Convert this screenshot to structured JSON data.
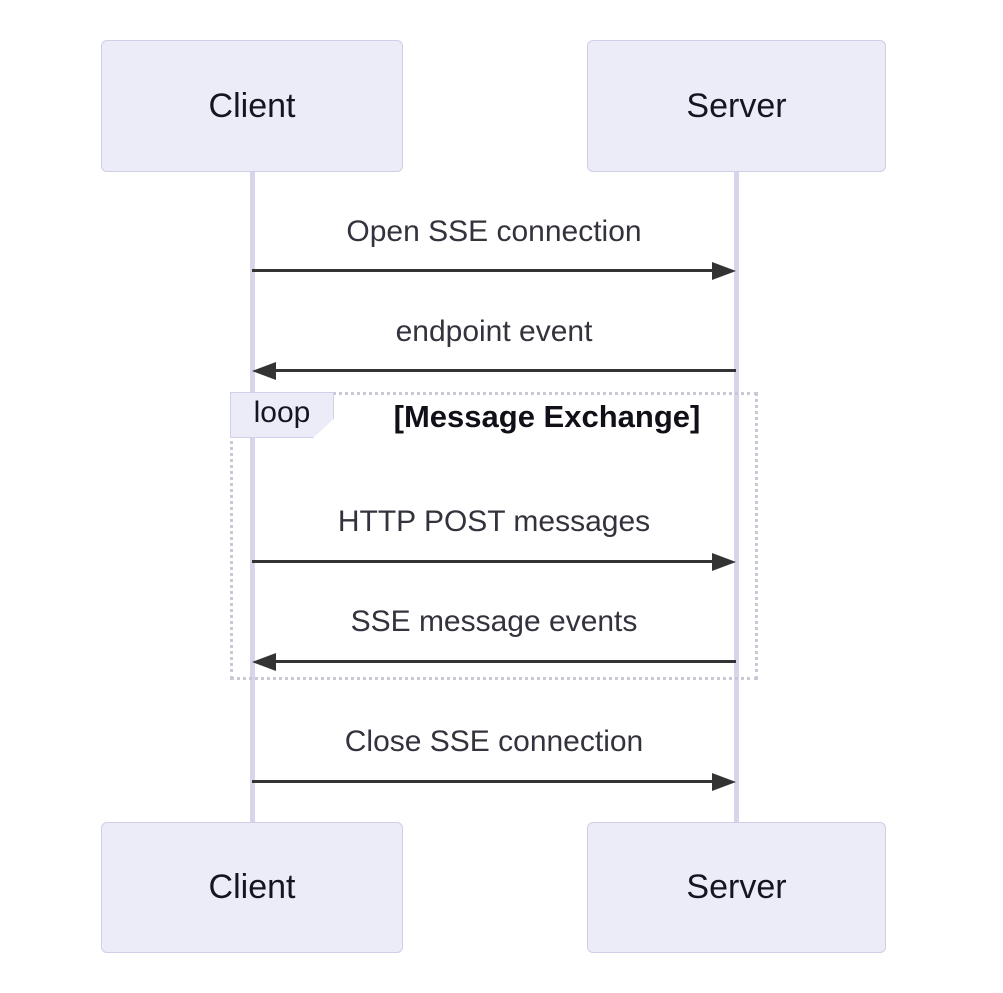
{
  "diagram": {
    "kind": "sequence-diagram",
    "actors": {
      "client": "Client",
      "server": "Server"
    },
    "messages": [
      {
        "label": "Open SSE connection",
        "from": "Client",
        "to": "Server",
        "direction": "right"
      },
      {
        "label": "endpoint event",
        "from": "Server",
        "to": "Client",
        "direction": "left"
      },
      {
        "label": "HTTP POST messages",
        "from": "Client",
        "to": "Server",
        "direction": "right"
      },
      {
        "label": "SSE message events",
        "from": "Server",
        "to": "Client",
        "direction": "left"
      },
      {
        "label": "Close SSE connection",
        "from": "Client",
        "to": "Server",
        "direction": "right"
      }
    ],
    "loop": {
      "keyword": "loop",
      "condition": "[Message Exchange]"
    },
    "colors": {
      "background": "#ffffff",
      "actor_fill": "#ececf9",
      "actor_border": "#cfcfe6",
      "lifeline": "#d8d4ec",
      "arrow": "#333333",
      "message_text": "#33333d",
      "loop_border": "#c9c9d6",
      "loop_label_fill": "#ececf9"
    }
  }
}
